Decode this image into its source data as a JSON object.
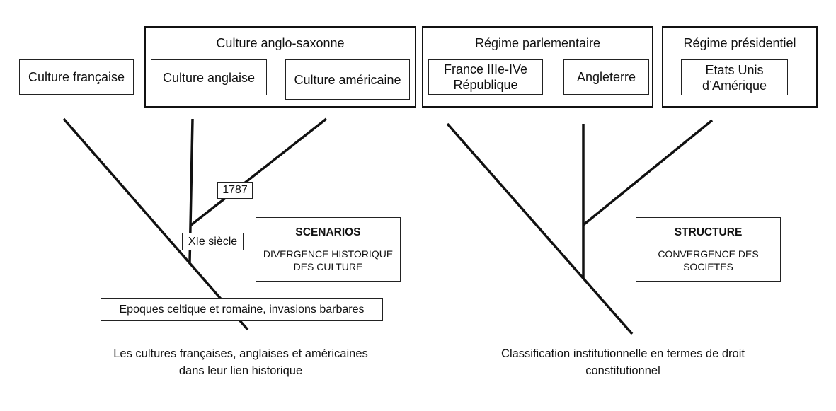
{
  "left_tree": {
    "culture_francaise": "Culture française",
    "group_anglo": {
      "title": "Culture anglo-saxonne",
      "anglaise": "Culture anglaise",
      "americaine": "Culture américaine"
    },
    "date_1787": "1787",
    "date_xie": "XIe siècle",
    "root_label": "Epoques celtique et romaine, invasions barbares",
    "concept": {
      "title": "SCENARIOS",
      "subtitle": "DIVERGENCE HISTORIQUE DES CULTURE"
    },
    "caption_line1": "Les cultures françaises, anglaises et américaines",
    "caption_line2": "dans leur lien historique"
  },
  "right_tree": {
    "group_parlementaire": {
      "title": "Régime parlementaire",
      "france_line1": "France IIIe-IVe",
      "france_line2": "République",
      "angleterre": "Angleterre"
    },
    "group_presidentiel": {
      "title": "Régime présidentiel",
      "usa_line1": "Etats Unis",
      "usa_line2": "d’Amérique"
    },
    "concept": {
      "title": "STRUCTURE",
      "subtitle": "CONVERGENCE DES SOCIETES"
    },
    "caption_line1": "Classification institutionnelle en termes de droit",
    "caption_line2": "constitutionnel"
  },
  "colors": {
    "line": "#111111",
    "border": "#222222",
    "background": "#ffffff"
  }
}
